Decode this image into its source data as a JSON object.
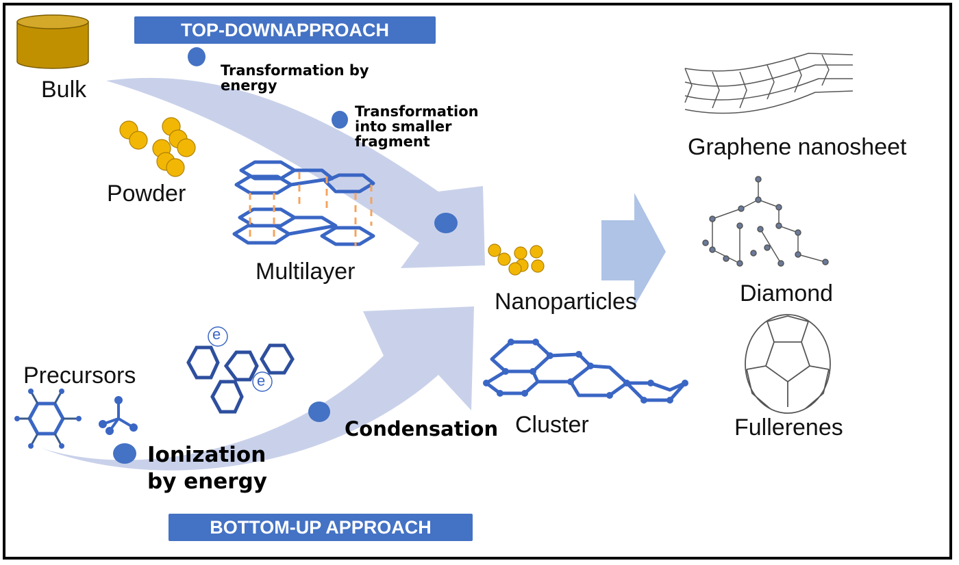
{
  "diagram": {
    "title_top": "TOP-DOWNAPPROACH",
    "title_bottom": "BOTTOM-UP APPROACH",
    "colors": {
      "banner": "#4472c4",
      "arrow": "#c9d1ea",
      "arrow_right": "#aec3e5",
      "dot": "#4472c4",
      "molecule": "#3a66c4",
      "gold": "#f2b705",
      "bulk": "#c09000",
      "dashes": "#f4a460"
    },
    "top_down": {
      "sources": [
        "Bulk",
        "Powder",
        "Multilayer"
      ],
      "steps": [
        {
          "label_lines": [
            "Transformation by",
            "energy"
          ]
        },
        {
          "label_lines": [
            "Transformation",
            "into smaller",
            "fragment"
          ]
        }
      ]
    },
    "bottom_up": {
      "sources": [
        "Precursors"
      ],
      "steps": [
        {
          "label_lines": [
            "Ionization",
            "by energy"
          ]
        },
        {
          "label_lines": [
            "Condensation"
          ]
        }
      ],
      "electron_symbol": "e"
    },
    "intermediates": [
      "Nanoparticles",
      "Cluster"
    ],
    "products": [
      "Graphene nanosheet",
      "Diamond",
      "Fullerenes"
    ]
  }
}
